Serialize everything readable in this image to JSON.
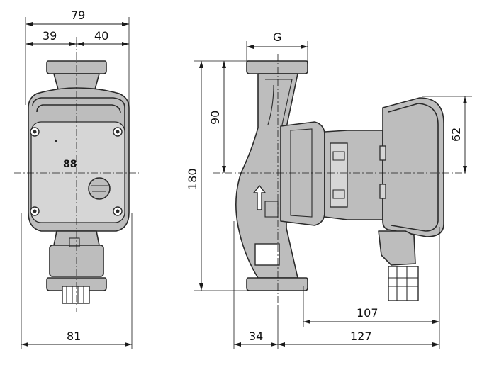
{
  "dimensions": {
    "top_total": "79",
    "top_left": "39",
    "top_right": "40",
    "bottom_front": "81",
    "connection": "G",
    "height_half": "90",
    "height_total": "180",
    "motor_height": "62",
    "depth_box": "107",
    "left_offset": "34",
    "depth_total": "127"
  },
  "markings": {
    "panel_symbol": "88"
  },
  "colors": {
    "body_fill": "#bdbdbd",
    "line": "#2a2a2a"
  }
}
